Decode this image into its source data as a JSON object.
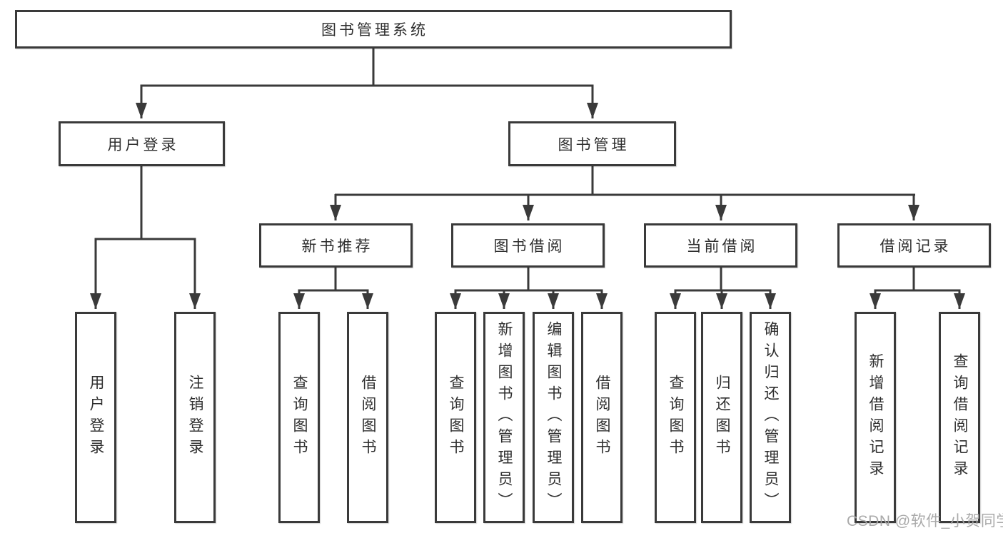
{
  "tree": {
    "root": "图书管理系统",
    "branches": [
      "用户登录",
      "图书管理"
    ],
    "sections": [
      "新书推荐",
      "图书借阅",
      "当前借阅",
      "借阅记录"
    ],
    "leaves": [
      "用户登录",
      "注销登录",
      "查询图书",
      "借阅图书",
      "查询图书",
      "新增图书（管理员）",
      "编辑图书（管理员）",
      "借阅图书",
      "查询图书",
      "归还图书",
      "确认归还（管理员）",
      "新增借阅记录",
      "查询借阅记录"
    ]
  },
  "watermark": "CSDN @软件_小贺同学",
  "colors": {
    "line": "#3a3a3a",
    "text": "#2e2e2e",
    "watermark": "#b5b5b5",
    "background": "#ffffff"
  }
}
